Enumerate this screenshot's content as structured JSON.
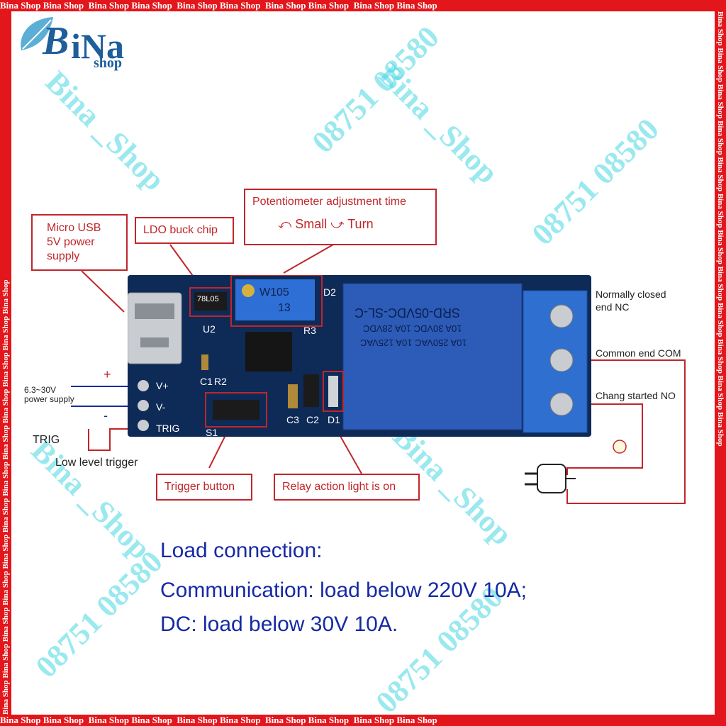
{
  "frame": {
    "repeat_text": "Bina  Shop Bina  Shop"
  },
  "logo": {
    "letter_b": "B",
    "letters_ina": "iNa",
    "sub": "shop"
  },
  "watermark": {
    "phone_fragment": "08751 08580",
    "brand": "Bina _Shop"
  },
  "callouts": {
    "micro_usb": "Micro USB\n5V power\nsupply",
    "ldo": "LDO buck chip",
    "pot_title": "Potentiometer adjustment time",
    "pot_small": "Small",
    "pot_turn": "Turn",
    "trigger_button": "Trigger button",
    "relay_light": "Relay action light is on"
  },
  "board": {
    "chip_ldo": "78L05",
    "u2": "U2",
    "pot_code": "W105",
    "pot_num": "13",
    "d2": "D2",
    "r3": "R3",
    "c1": "C1",
    "r2": "R2",
    "s1": "S1",
    "c3": "C3",
    "c2": "C2",
    "d1": "D1",
    "relay_model": "SRD-05VDC-SL-C",
    "relay_line1": "10A 250VAC  10A 125VAC",
    "relay_line2": "10A 30VDC  10A 28VDC",
    "pin_vplus": "V+",
    "pin_vminus": "V-",
    "pin_trig": "TRIG"
  },
  "labels": {
    "plus": "+",
    "minus": "-",
    "voltage_range": "6.3~30V",
    "power_supply": "power supply",
    "trig": "TRIG",
    "low_level": "Low level trigger",
    "nc": "Normally closed\nend NC",
    "com": "Common end COM",
    "no": "Chang started NO"
  },
  "load": {
    "title": "Load connection:",
    "ac": "Communication: load below 220V 10A;",
    "dc": "DC: load below 30V 10A."
  },
  "colors": {
    "frame": "#e3161b",
    "callout": "#c0262b",
    "board": "#0e2a56",
    "terminal": "#2f6fd0",
    "relay": "#2c5bb8",
    "text_blue": "#162aa3",
    "watermark": "#46d7e1",
    "logo_blue": "#1e5e9b"
  }
}
